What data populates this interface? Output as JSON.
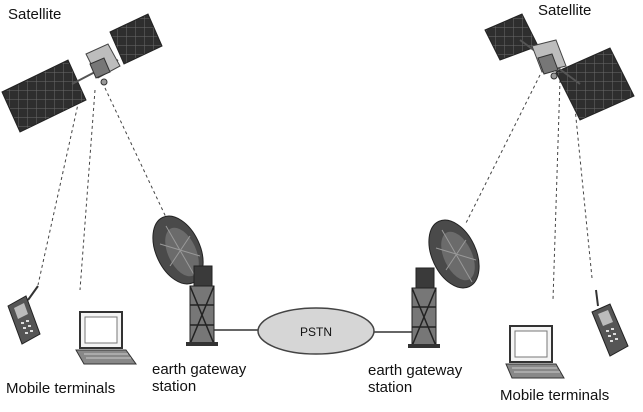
{
  "labels": {
    "satellite_left": "Satellite",
    "satellite_right": "Satellite",
    "gateway_left_line1": "earth gateway",
    "gateway_left_line2": "station",
    "gateway_right_line1": "earth gateway",
    "gateway_right_line2": "station",
    "mobile_left": "Mobile terminals",
    "mobile_right": "Mobile terminals",
    "pstn": "PSTN"
  },
  "icons": [
    "satellite-icon",
    "dish-antenna-icon",
    "mobile-phone-icon",
    "laptop-icon",
    "cloud-ellipse-icon"
  ],
  "colors": {
    "panel": "#333333",
    "body": "#555555",
    "lines": "#444444",
    "pstn_fill": "#d6d6d6"
  }
}
